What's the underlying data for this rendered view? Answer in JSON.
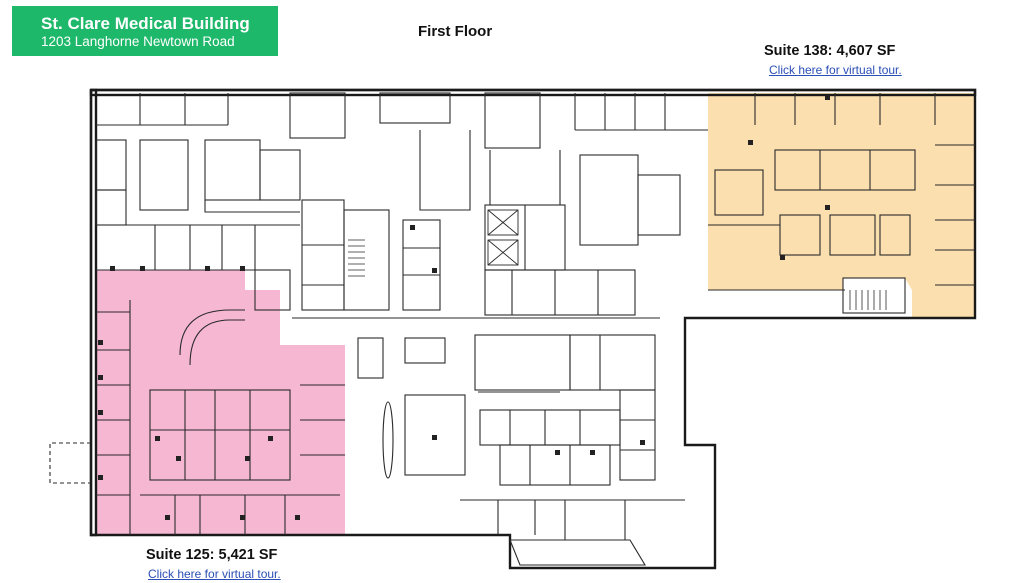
{
  "header": {
    "building_name": "St. Clare Medical Building",
    "address": "1203 Langhorne Newtown Road",
    "brand_color": "#1eb86a"
  },
  "floor": {
    "title": "First Floor"
  },
  "suites": [
    {
      "id": "138",
      "label": "Suite 138: 4,607 SF",
      "tour_link": "Click here for virtual tour.",
      "highlight_color": "#fbdfae"
    },
    {
      "id": "125",
      "label": "Suite 125: 5,421 SF",
      "tour_link": "Click here for virtual tour.",
      "highlight_color": "#f6b7d3"
    }
  ]
}
